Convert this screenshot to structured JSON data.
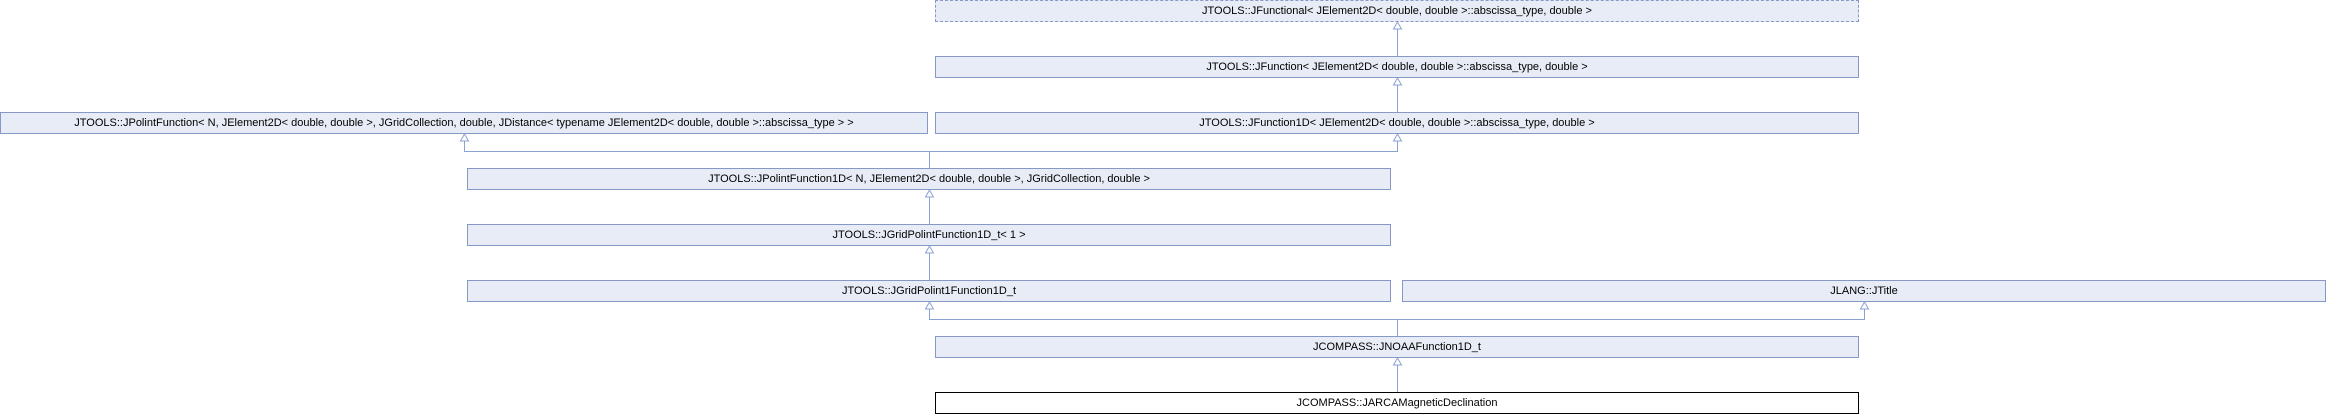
{
  "nodes": [
    {
      "id": "jfunctional",
      "label": "JTOOLS::JFunctional< JElement2D< double, double >::abscissa_type, double >"
    },
    {
      "id": "jfunction",
      "label": "JTOOLS::JFunction< JElement2D< double, double >::abscissa_type, double >"
    },
    {
      "id": "jpolintfunction",
      "label": "JTOOLS::JPolintFunction< N, JElement2D< double, double >, JGridCollection, double, JDistance< typename JElement2D< double, double >::abscissa_type > >"
    },
    {
      "id": "jfunction1d",
      "label": "JTOOLS::JFunction1D< JElement2D< double, double >::abscissa_type, double >"
    },
    {
      "id": "jpolintfunction1d",
      "label": "JTOOLS::JPolintFunction1D< N, JElement2D< double, double >, JGridCollection, double >"
    },
    {
      "id": "jgridpolintfunction1d_t1",
      "label": "JTOOLS::JGridPolintFunction1D_t< 1 >"
    },
    {
      "id": "jgridpolint1function1d_t",
      "label": "JTOOLS::JGridPolint1Function1D_t"
    },
    {
      "id": "jtitle",
      "label": "JLANG::JTitle"
    },
    {
      "id": "jnoaafunction1d_t",
      "label": "JCOMPASS::JNOAAFunction1D_t"
    },
    {
      "id": "jarcamagneticdeclination",
      "label": "JCOMPASS::JARCAMagneticDeclination"
    }
  ],
  "edges": [
    {
      "from": "jfunction",
      "to": "jfunctional"
    },
    {
      "from": "jfunction1d",
      "to": "jfunction"
    },
    {
      "from": "jpolintfunction1d",
      "to": "jpolintfunction"
    },
    {
      "from": "jpolintfunction1d",
      "to": "jfunction1d"
    },
    {
      "from": "jgridpolintfunction1d_t1",
      "to": "jpolintfunction1d"
    },
    {
      "from": "jgridpolint1function1d_t",
      "to": "jgridpolintfunction1d_t1"
    },
    {
      "from": "jnoaafunction1d_t",
      "to": "jgridpolint1function1d_t"
    },
    {
      "from": "jnoaafunction1d_t",
      "to": "jtitle"
    },
    {
      "from": "jarcamagneticdeclination",
      "to": "jnoaafunction1d_t"
    }
  ],
  "colors": {
    "node_fill": "#e8ecf6",
    "node_border": "#8797c6",
    "edge": "#8ba3d3",
    "current_border": "#000000"
  }
}
